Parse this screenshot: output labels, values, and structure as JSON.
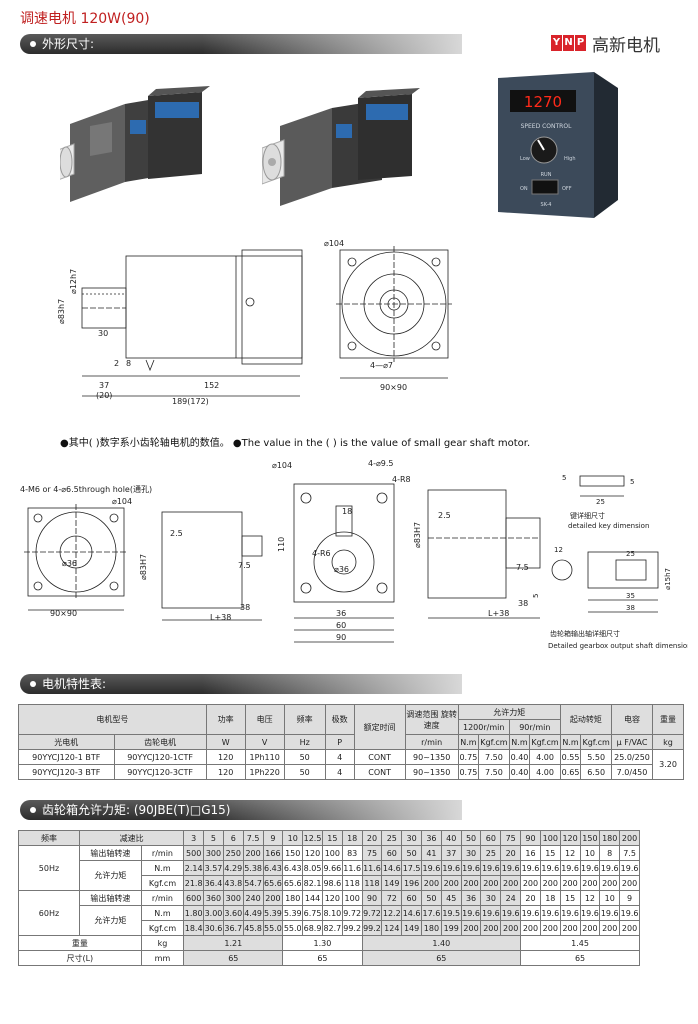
{
  "title": "调速电机  120W(90)",
  "logo": {
    "mark": [
      "Y",
      "N",
      "P"
    ],
    "name": "高新电机"
  },
  "sections": {
    "dimensions": "外形尺寸:",
    "characteristics": "电机特性表:",
    "gearbox": "齿轮箱允许力矩:   (90JBE(T)□G15)"
  },
  "controller": {
    "display": "1270",
    "label": "SPEED CONTROL",
    "low": "Low",
    "high": "High",
    "run": "RUN",
    "on": "ON",
    "off": "OFF",
    "model": "SK-4"
  },
  "drawing1": {
    "shaft_dia": "⌀12h7",
    "body_dia": "⌀83h7",
    "d30": "30",
    "d2": "2",
    "d8": "8",
    "d37": "37",
    "d20": "(20)",
    "d152": "152",
    "d189": "189(172)",
    "d104": "⌀104",
    "holes": "4—⌀7",
    "sq": "90×90"
  },
  "note": {
    "cn": "●其中( )数字系小齿轮轴电机的数值。",
    "en": "●The value in the (  ) is the value of small gear shaft motor."
  },
  "drawing2": {
    "holes": "4-M6 or 4-⌀6.5through hole(通孔)",
    "d104": "⌀104",
    "d36": "⌀36",
    "d83": "⌀83H7",
    "d25": "2.5",
    "d75": "7.5",
    "d38": "38",
    "dl38": "L+38",
    "sq": "90×90"
  },
  "drawing3": {
    "d104": "⌀104",
    "holes": "4-⌀9.5",
    "r8": "4-R8",
    "r6": "4-R6",
    "d18": "18",
    "d36c": "⌀36",
    "d110": "110",
    "d36": "36",
    "d60": "60",
    "d90": "90"
  },
  "drawing4": {
    "d25": "2.5",
    "d83": "⌀83H7",
    "d75": "7.5",
    "d38": "38",
    "dl38": "L+38"
  },
  "key_detail": {
    "d5a": "5",
    "d5b": "5",
    "d25": "25",
    "cn": "键详细尺寸",
    "en": "detailed key dimension"
  },
  "shaft_detail": {
    "d12": "12",
    "d5": "5",
    "d25": "25",
    "d15": "⌀15h7",
    "d35": "35",
    "d38": "38",
    "cn": "齿轮箱输出轴详细尺寸",
    "en": "Detailed gearbox output shaft dimension"
  },
  "spec_table": {
    "h": {
      "model": "电机型号",
      "power": "功率",
      "voltage": "电压",
      "freq": "频率",
      "poles": "极数",
      "rated_time": "额定时间",
      "speed_range": "调速范围 旋转速度",
      "torque": "允许力矩",
      "t1200": "1200r/min",
      "t90": "90r/min",
      "start": "起动转矩",
      "cap": "电容",
      "weight": "重量",
      "opt": "光电机",
      "gear": "齿轮电机",
      "uW": "W",
      "uV": "V",
      "uHz": "Hz",
      "uP": "P",
      "urpm": "r/min",
      "unm": "N.m",
      "ukgf": "Kgf.cm",
      "unm2": "N.m",
      "ukgf2": "Kgf.cm",
      "unm3": "N.m",
      "ukgf3": "Kgf.cm",
      "ucap": "μ F/VAC",
      "ukg": "kg"
    },
    "rows": [
      [
        "90YYCJ120-1 BTF",
        "90YYCJ120-1CTF",
        "120",
        "1Ph110",
        "50",
        "4",
        "CONT",
        "90~1350",
        "0.75",
        "7.50",
        "0.40",
        "4.00",
        "0.55",
        "5.50",
        "25.0/250"
      ],
      [
        "90YYCJ120-3 BTF",
        "90YYCJ120-3CTF",
        "120",
        "1Ph220",
        "50",
        "4",
        "CONT",
        "90~1350",
        "0.75",
        "7.50",
        "0.40",
        "4.00",
        "0.65",
        "6.50",
        "7.0/450"
      ]
    ],
    "weight": "3.20"
  },
  "gear_table": {
    "freq_label": "频率",
    "ratio_label": "减速比",
    "ratios": [
      "3",
      "5",
      "6",
      "7.5",
      "9",
      "10",
      "12.5",
      "15",
      "18",
      "20",
      "25",
      "30",
      "36",
      "40",
      "50",
      "60",
      "75",
      "90",
      "100",
      "120",
      "150",
      "180",
      "200"
    ],
    "f50": "50Hz",
    "f60": "60Hz",
    "out_speed": "输出轴转速",
    "torque": "允许力矩",
    "u_rpm": "r/min",
    "u_nm": "N.m",
    "u_kgf": "Kgf.cm",
    "r50_speed": [
      "500",
      "300",
      "250",
      "200",
      "166",
      "150",
      "120",
      "100",
      "83",
      "75",
      "60",
      "50",
      "41",
      "37",
      "30",
      "25",
      "20",
      "16",
      "15",
      "12",
      "10",
      "8",
      "7.5"
    ],
    "r50_nm": [
      "2.14",
      "3.57",
      "4.29",
      "5.38",
      "6.43",
      "6.43",
      "8.05",
      "9.66",
      "11.6",
      "11.6",
      "14.6",
      "17.5",
      "19.6",
      "19.6",
      "19.6",
      "19.6",
      "19.6",
      "19.6",
      "19.6",
      "19.6",
      "19.6",
      "19.6",
      "19.6"
    ],
    "r50_kgf": [
      "21.8",
      "36.4",
      "43.8",
      "54.7",
      "65.6",
      "65.6",
      "82.1",
      "98.6",
      "118",
      "118",
      "149",
      "196",
      "200",
      "200",
      "200",
      "200",
      "200",
      "200",
      "200",
      "200",
      "200",
      "200",
      "200"
    ],
    "r60_speed": [
      "600",
      "360",
      "300",
      "240",
      "200",
      "180",
      "144",
      "120",
      "100",
      "90",
      "72",
      "60",
      "50",
      "45",
      "36",
      "30",
      "24",
      "20",
      "18",
      "15",
      "12",
      "10",
      "9"
    ],
    "r60_nm": [
      "1.80",
      "3.00",
      "3.60",
      "4.49",
      "5.39",
      "5.39",
      "6.75",
      "8.10",
      "9.72",
      "9.72",
      "12.2",
      "14.6",
      "17.6",
      "19.5",
      "19.6",
      "19.6",
      "19.6",
      "19.6",
      "19.6",
      "19.6",
      "19.6",
      "19.6",
      "19.6"
    ],
    "r60_kgf": [
      "18.4",
      "30.6",
      "36.7",
      "45.8",
      "55.0",
      "55.0",
      "68.9",
      "82.7",
      "99.2",
      "99.2",
      "124",
      "149",
      "180",
      "199",
      "200",
      "200",
      "200",
      "200",
      "200",
      "200",
      "200",
      "200",
      "200"
    ],
    "weight_label": "重量",
    "weight_unit": "kg",
    "weights": [
      "1.21",
      "1.30",
      "1.40",
      "1.45"
    ],
    "size_label": "尺寸(L)",
    "size_unit": "mm",
    "sizes": [
      "65",
      "65",
      "65",
      "65"
    ]
  }
}
